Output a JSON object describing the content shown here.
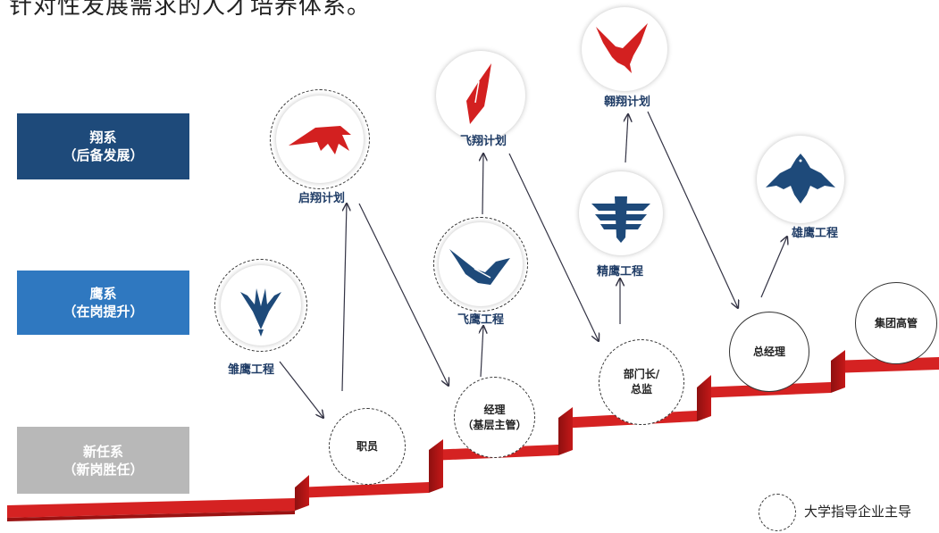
{
  "heading": "针对性发展需求的人才培养体系。",
  "levels": [
    {
      "line1": "翔系",
      "line2": "（后备发展）",
      "color": "#1e4a7a"
    },
    {
      "line1": "鹰系",
      "line2": "（在岗提升）",
      "color": "#2f78c0"
    },
    {
      "line1": "新任系",
      "line2": "（新岗胜任）",
      "color": "#b8b8b8"
    }
  ],
  "positions": {
    "staff": "职员",
    "manager_l1": "经理",
    "manager_l2": "（基层主管）",
    "dept_l1": "部门长/",
    "dept_l2": "总监",
    "gm": "总经理",
    "group": "集团高管"
  },
  "programs": {
    "young_eagle_left": "雏鹰工程",
    "qixiang": "启翔计划",
    "feiying": "飞鹰工程",
    "feixiang": "飞翔计划",
    "jingying": "精鹰工程",
    "aoxiang": "翱翔计划",
    "xiongying": "雄鹰工程"
  },
  "legend": {
    "text": "大学指导企业主导"
  },
  "colors": {
    "red_stair": "#d32020",
    "navy": "#1e4a7a",
    "blue": "#2f78c0",
    "grey": "#b8b8b8",
    "arrow": "#333344"
  },
  "icons": {
    "young_eagle_left": "eagle-descending-icon",
    "qixiang": "red-wing-icon",
    "feiying": "eagle-soaring-icon",
    "feixiang": "red-feather-icon",
    "jingying": "winged-emblem-icon",
    "aoxiang": "red-eagle-icon",
    "xiongying": "eagle-crest-icon"
  }
}
